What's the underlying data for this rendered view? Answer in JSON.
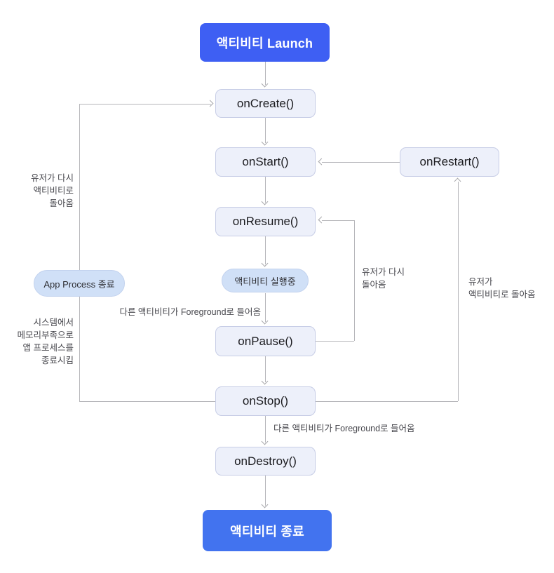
{
  "diagram": {
    "start_node": {
      "label": "액티비티 Launch"
    },
    "end_node": {
      "label": "액티비티 종료"
    },
    "nodes": {
      "oncreate": "onCreate()",
      "onstart": "onStart()",
      "onrestart": "onRestart()",
      "onresume": "onResume()",
      "onpause": "onPause()",
      "onstop": "onStop()",
      "ondestroy": "onDestroy()"
    },
    "states": {
      "running": "액티비티 실행중",
      "app_process_end": "App Process 종료"
    },
    "edge_labels": {
      "foreground_to_pause": "다른 액티비티가 Foreground로 들어옴",
      "foreground_to_destroy": "다른 액티비티가 Foreground로 들어옴",
      "user_back_to_resume": "유저가 다시\n돌아옴",
      "user_back_to_restart": "유저가\n액티비티로 돌아옴",
      "user_back_to_create": "유저가 다시\n액티비티로\n돌아옴",
      "system_kill": "시스템에서\n메모리부족으로\n앱 프로세스를\n종료시킴"
    },
    "colors": {
      "start_blue": "#3E5FF3",
      "end_blue": "#4273EF",
      "node_fill": "#EDF0FA",
      "node_border": "#C7CDE6",
      "pill_fill": "#D0E0F7",
      "line_gray": "#B6B6BA"
    }
  }
}
